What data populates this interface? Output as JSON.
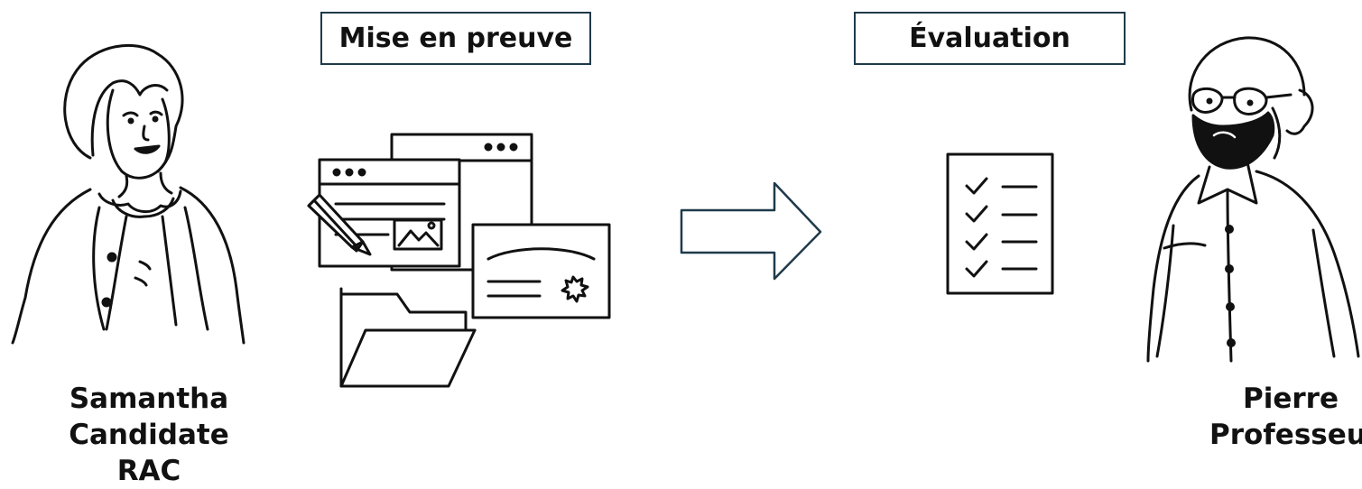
{
  "steps": {
    "proof": "Mise en preuve",
    "evaluation": "Évaluation"
  },
  "people": {
    "candidate": {
      "name": "Samantha",
      "role": "Candidate RAC"
    },
    "professor": {
      "name": "Pierre",
      "role": "Professeur"
    }
  },
  "colors": {
    "box_border": "#1f3a4a",
    "arrow": "#1f3a4a",
    "line": "#111111"
  }
}
